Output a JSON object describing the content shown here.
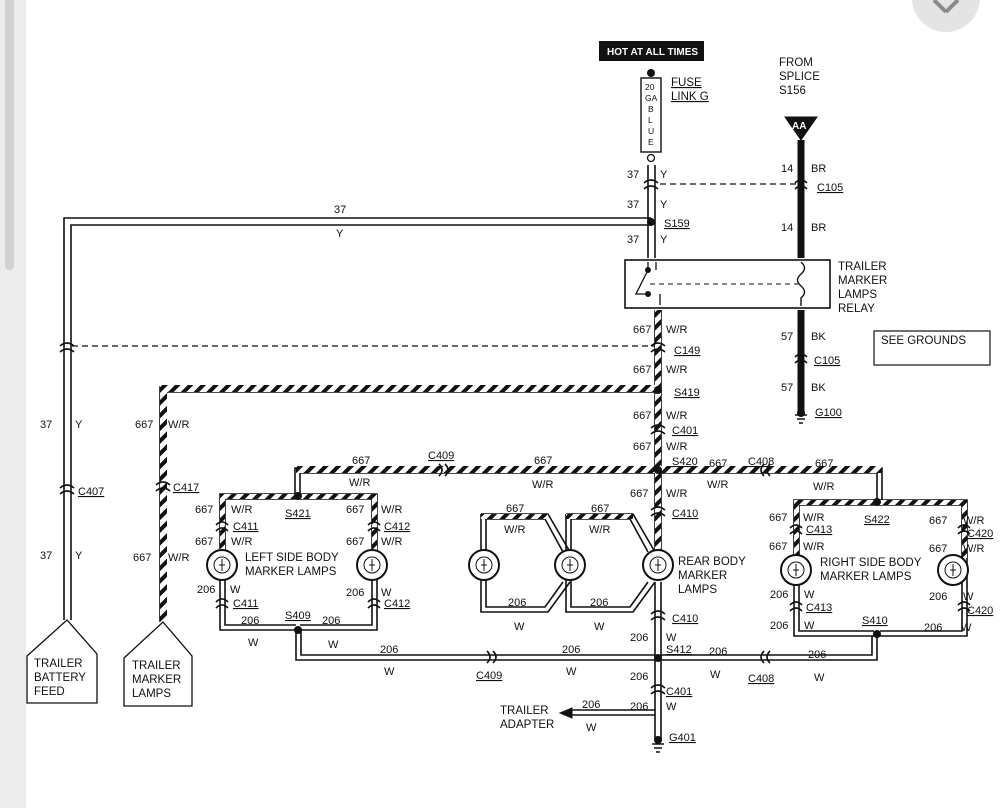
{
  "page": {
    "hot": "HOT AT ALL TIMES",
    "fuse_ga": [
      "20",
      "GA",
      "B",
      "L",
      "U",
      "E"
    ],
    "fuse_label": [
      "FUSE",
      "LINK G"
    ],
    "from_splice": [
      "FROM",
      "SPLICE",
      "S156"
    ],
    "aa": "AA",
    "relay_label": [
      "TRAILER",
      "MARKER",
      "LAMPS",
      "RELAY"
    ],
    "see_grounds": "SEE GROUNDS",
    "left_lamps": [
      "LEFT SIDE BODY",
      "MARKER LAMPS"
    ],
    "rear_lamps": [
      "REAR BODY",
      "MARKER",
      "LAMPS"
    ],
    "right_lamps": [
      "RIGHT SIDE BODY",
      "MARKER LAMPS"
    ],
    "trailer_battery": [
      "TRAILER",
      "BATTERY",
      "FEED"
    ],
    "trailer_marker": [
      "TRAILER",
      "MARKER",
      "LAMPS"
    ],
    "trailer_adapter": [
      "TRAILER",
      "ADAPTER"
    ]
  },
  "labels": {
    "c105": "C105",
    "c149": "C149",
    "c401": "C401",
    "c407": "C407",
    "c408": "C408",
    "c409": "C409",
    "c410": "C410",
    "c411": "C411",
    "c412": "C412",
    "c413": "C413",
    "c417": "C417",
    "c420": "C420",
    "s159": "S159",
    "s409": "S409",
    "s410": "S410",
    "s412": "S412",
    "s419": "S419",
    "s420": "S420",
    "s421": "S421",
    "s422": "S422",
    "g100": "G100",
    "g401": "G401",
    "w14": "14",
    "w37": "37",
    "w57": "57",
    "w206": "206",
    "w667": "667",
    "br": "BR",
    "bk": "BK",
    "y": "Y",
    "wr": "W/R",
    "w": "W"
  }
}
